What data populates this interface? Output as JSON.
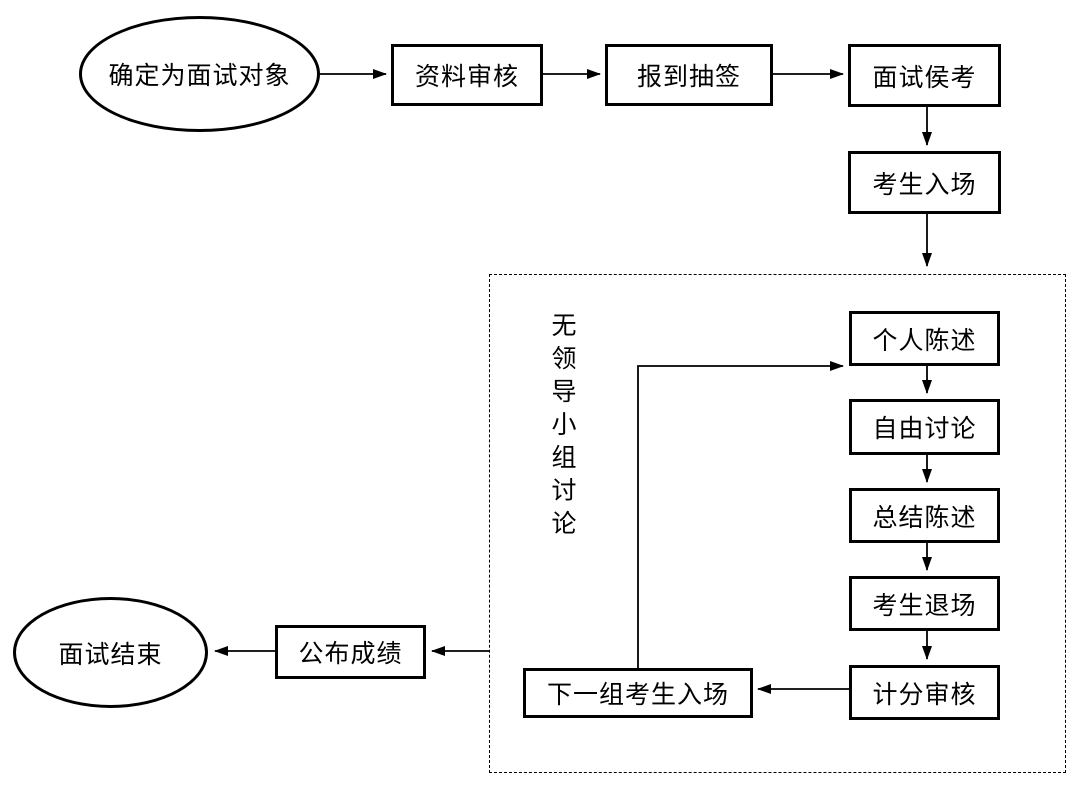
{
  "nodes": {
    "start": "确定为面试对象",
    "review": "资料审核",
    "checkin": "报到抽签",
    "waiting": "面试侯考",
    "enter": "考生入场",
    "personal": "个人陈述",
    "free": "自由讨论",
    "summary": "总结陈述",
    "exit": "考生退场",
    "scoring": "计分审核",
    "next_group": "下一组考生入场",
    "publish": "公布成绩",
    "end": "面试结束"
  },
  "group_label": "无领导小组讨论"
}
